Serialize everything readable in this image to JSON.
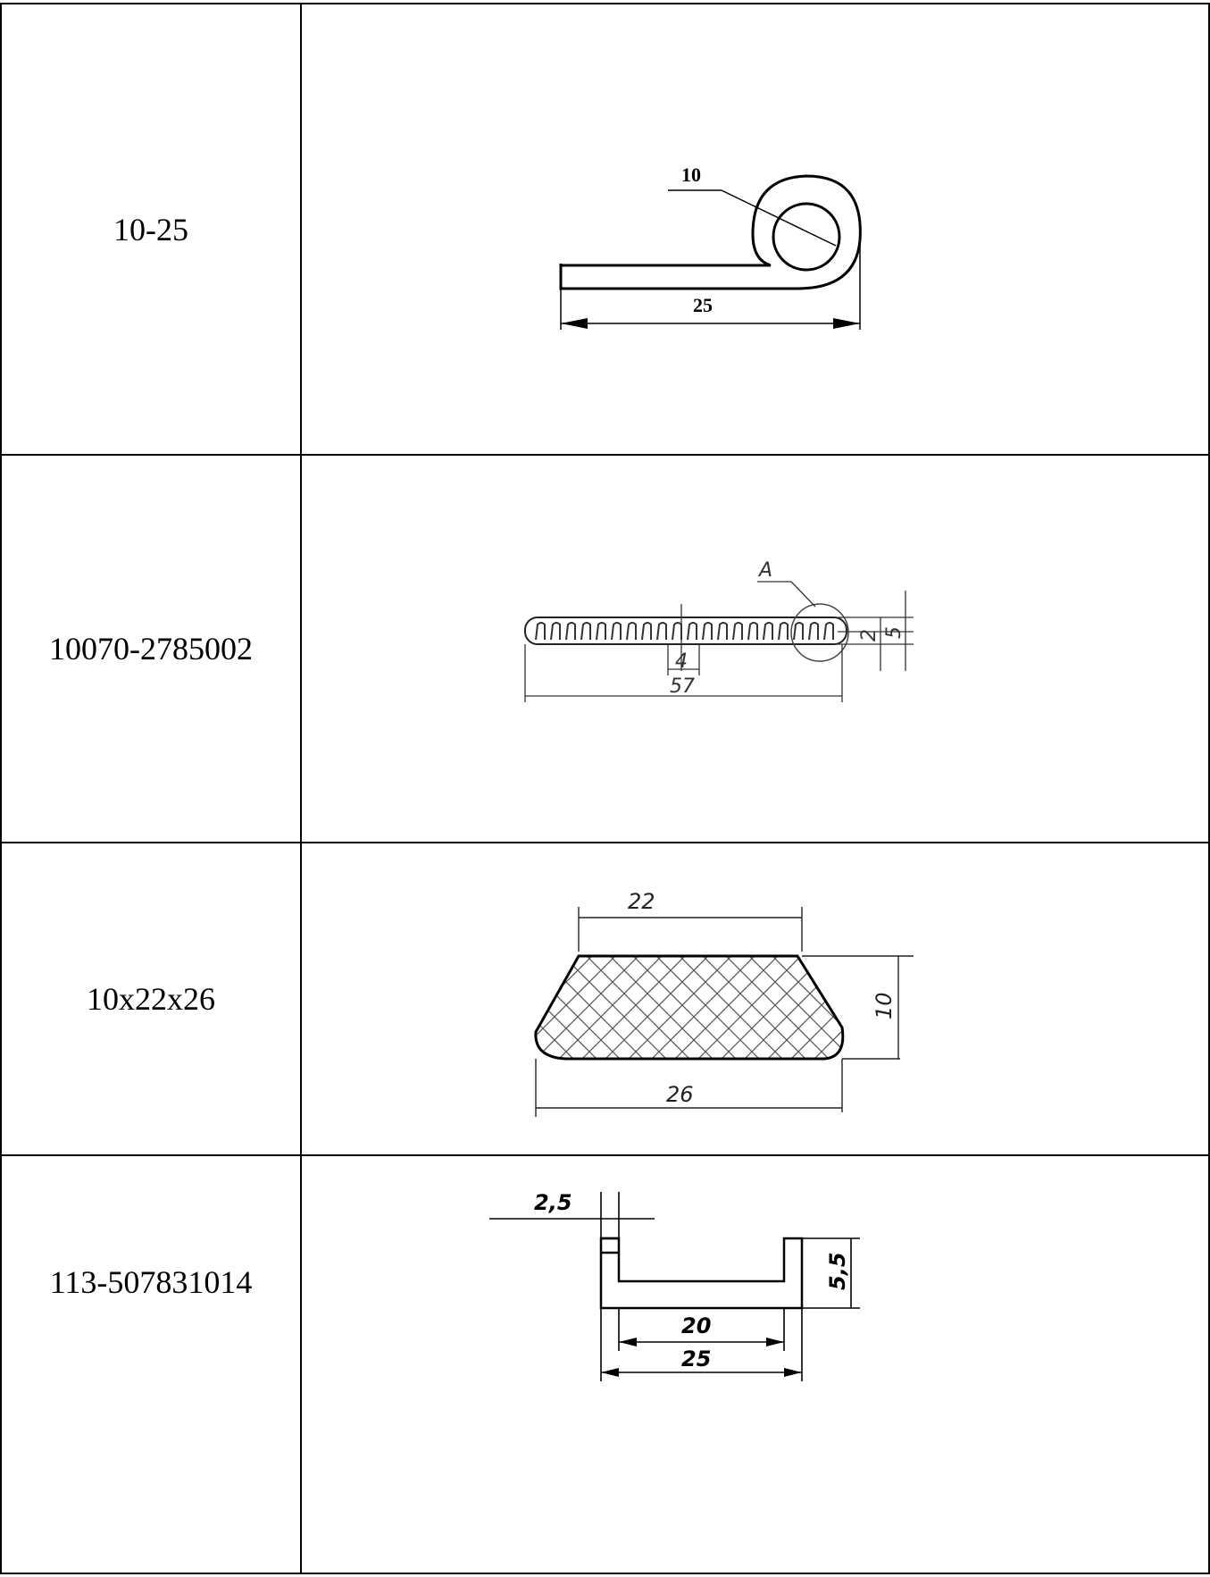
{
  "rows": [
    {
      "code": "10-25",
      "drawing_icon": "loop-seal-profile-icon",
      "dims": {
        "top": "10",
        "bottom": "25"
      }
    },
    {
      "code": "10070-2785002",
      "drawing_icon": "ribbed-strip-profile-icon",
      "dims": {
        "callout": "A",
        "inner": "4",
        "length": "57",
        "h1": "2",
        "h2": "5"
      }
    },
    {
      "code": "10x22x26",
      "drawing_icon": "trapezoid-profile-icon",
      "dims": {
        "top": "22",
        "bottom": "26",
        "height": "10"
      }
    },
    {
      "code": "113-507831014",
      "drawing_icon": "u-channel-profile-icon",
      "dims": {
        "wall": "2,5",
        "height": "5,5",
        "inner": "20",
        "outer": "25"
      }
    }
  ]
}
